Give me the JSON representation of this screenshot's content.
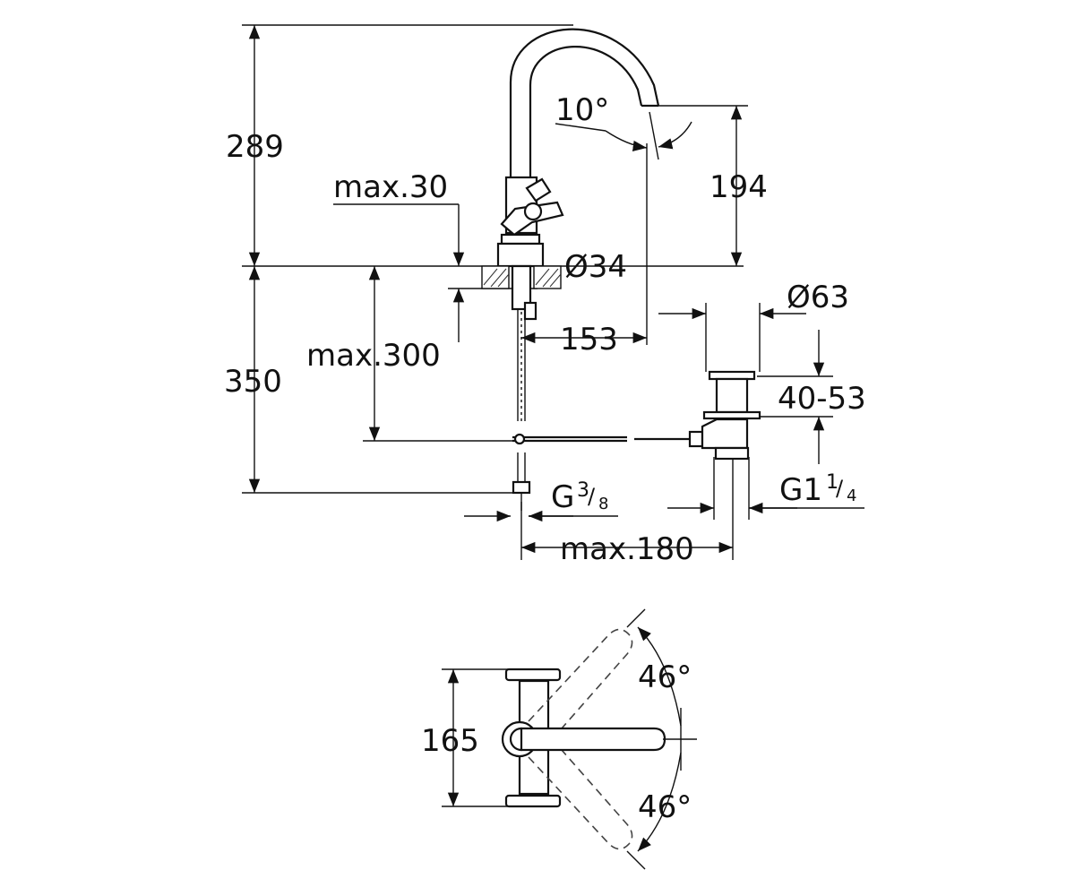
{
  "dimensions": {
    "height_total": "289",
    "deck_max": "max.30",
    "spout_angle": "10°",
    "spout_height": "194",
    "hole_diameter": "Ø34",
    "basin_max": "max.300",
    "reach": "153",
    "drain_diameter": "Ø63",
    "hose_length": "350",
    "drain_range": "40-53",
    "supply_thread_main": "G",
    "supply_thread_num": "3",
    "supply_thread_den": "8",
    "drain_thread_main": "G1",
    "drain_thread_num": "1",
    "drain_thread_den": "4",
    "rod_max": "max.180",
    "handle_spread": "165",
    "swivel_angle_top": "46°",
    "swivel_angle_bottom": "46°"
  }
}
